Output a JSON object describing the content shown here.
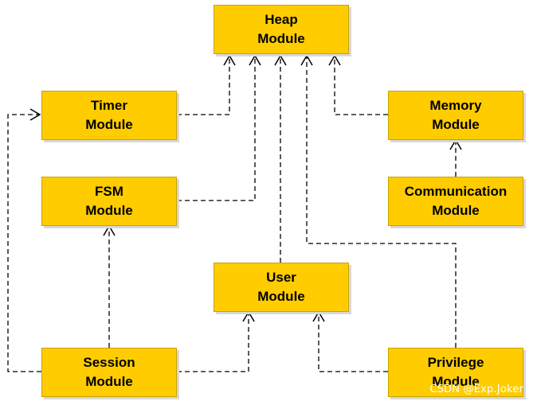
{
  "modules": [
    {
      "id": "heap",
      "line1": "Heap",
      "line2": "Module"
    },
    {
      "id": "timer",
      "line1": "Timer",
      "line2": "Module"
    },
    {
      "id": "memory",
      "line1": "Memory",
      "line2": "Module"
    },
    {
      "id": "fsm",
      "line1": "FSM",
      "line2": "Module"
    },
    {
      "id": "communication",
      "line1": "Communication",
      "line2": "Module"
    },
    {
      "id": "user",
      "line1": "User",
      "line2": "Module"
    },
    {
      "id": "session",
      "line1": "Session",
      "line2": "Module"
    },
    {
      "id": "privilege",
      "line1": "Privilege",
      "line2": "Module"
    }
  ],
  "dependencies": [
    {
      "from": "Timer",
      "to": "Heap"
    },
    {
      "from": "FSM",
      "to": "Heap"
    },
    {
      "from": "User",
      "to": "Heap"
    },
    {
      "from": "Privilege",
      "to": "Heap"
    },
    {
      "from": "Memory",
      "to": "Heap"
    },
    {
      "from": "Communication",
      "to": "Memory"
    },
    {
      "from": "Session",
      "to": "Timer"
    },
    {
      "from": "Session",
      "to": "FSM"
    },
    {
      "from": "Session",
      "to": "User"
    },
    {
      "from": "Privilege",
      "to": "User"
    }
  ],
  "colors": {
    "module_fill": "#ffcc00",
    "module_border": "#c9a100",
    "connector": "#000000"
  },
  "watermark": "CSDN @Exp.Joker"
}
